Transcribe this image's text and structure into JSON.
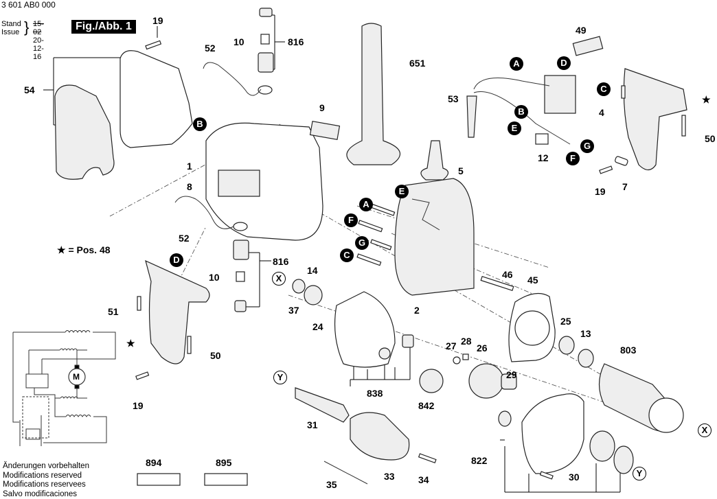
{
  "header": {
    "doc_number": "3 601 AB0 000",
    "stand_label": "Stand",
    "issue_label": "Issue",
    "stand_old": "15-02",
    "issue_date": "20-12-16",
    "figure_label": "Fig./Abb. 1"
  },
  "legend": {
    "star_note": "★ = Pos. 48"
  },
  "notes": [
    "Änderungen vorbehalten",
    "Modifications reserved",
    "Modifications reservees",
    "Salvo modificaciones"
  ],
  "part_labels": {
    "p19_top": "19",
    "p54": "54",
    "p52_top": "52",
    "p10_top": "10",
    "p816_top": "816",
    "p651": "651",
    "p9": "9",
    "p1": "1",
    "p8": "8",
    "p49": "49",
    "p53": "53",
    "p4": "4",
    "p12": "12",
    "p5": "5",
    "p50_right": "50",
    "p19_right": "19",
    "p7": "7",
    "star_right": "★",
    "p52_mid": "52",
    "p816_mid": "816",
    "p10_mid": "10",
    "p51": "51",
    "star_left": "★",
    "p50_left": "50",
    "p19_bottom": "19",
    "p14": "14",
    "p37": "37",
    "p24": "24",
    "p2": "2",
    "p46": "46",
    "p45": "45",
    "p25": "25",
    "p13": "13",
    "p803": "803",
    "p27": "27",
    "p28": "28",
    "p26": "26",
    "p29": "29",
    "p838": "838",
    "p842": "842",
    "p31": "31",
    "p33": "33",
    "p34": "34",
    "p35": "35",
    "p822": "822",
    "p30": "30",
    "p894": "894",
    "p895": "895"
  },
  "connectors": {
    "B_top": "B",
    "A_switch": "A",
    "D_switch": "D",
    "C_switch": "C",
    "B_switch": "B",
    "E_switch": "E",
    "G_switch": "G",
    "F_switch": "F",
    "E_mid": "E",
    "A_mid": "A",
    "F_mid": "F",
    "G_mid": "G",
    "C_mid": "C",
    "D_handle": "D"
  },
  "ref_markers": {
    "X_left": "X",
    "X_right": "X",
    "Y_left": "Y",
    "Y_right": "Y"
  },
  "schematic": {
    "motor_label": "M"
  }
}
